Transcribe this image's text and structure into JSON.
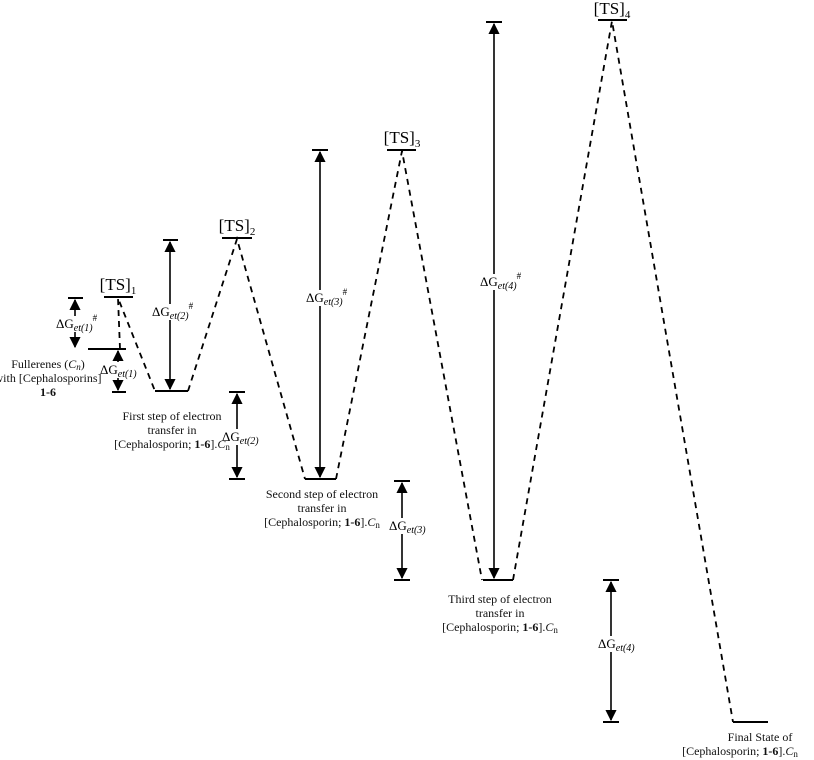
{
  "transition_states": [
    {
      "label": "[TS]",
      "sub": "1"
    },
    {
      "label": "[TS]",
      "sub": "2"
    },
    {
      "label": "[TS]",
      "sub": "3"
    },
    {
      "label": "[TS]",
      "sub": "4"
    }
  ],
  "energies": [
    {
      "delta": "ΔG",
      "sub": "et(1)",
      "sup": "#"
    },
    {
      "delta": "ΔG",
      "sub": "et(1)"
    },
    {
      "delta": "ΔG",
      "sub": "et(2)",
      "sup": "#"
    },
    {
      "delta": "ΔG",
      "sub": "et(2)"
    },
    {
      "delta": "ΔG",
      "sub": "et(3)",
      "sup": "#"
    },
    {
      "delta": "ΔG",
      "sub": "et(3)"
    },
    {
      "delta": "ΔG",
      "sub": "et(4)",
      "sup": "#"
    },
    {
      "delta": "ΔG",
      "sub": "et(4)"
    }
  ],
  "states": {
    "initial": {
      "line1a": "Fullerenes (",
      "line1b": "C",
      "line1c": "n",
      "line1d": ")",
      "line2": "with [Cephalosporins]",
      "line3": "1-6"
    },
    "common": {
      "open": "[Cephalosporin; ",
      "bold": "1-6",
      "close": "].",
      "c": "C",
      "n": "n",
      "transfer": "transfer in"
    },
    "first": "First step of electron",
    "second": "Second step of electron",
    "third": "Third step of electron",
    "final": "Final State of"
  }
}
